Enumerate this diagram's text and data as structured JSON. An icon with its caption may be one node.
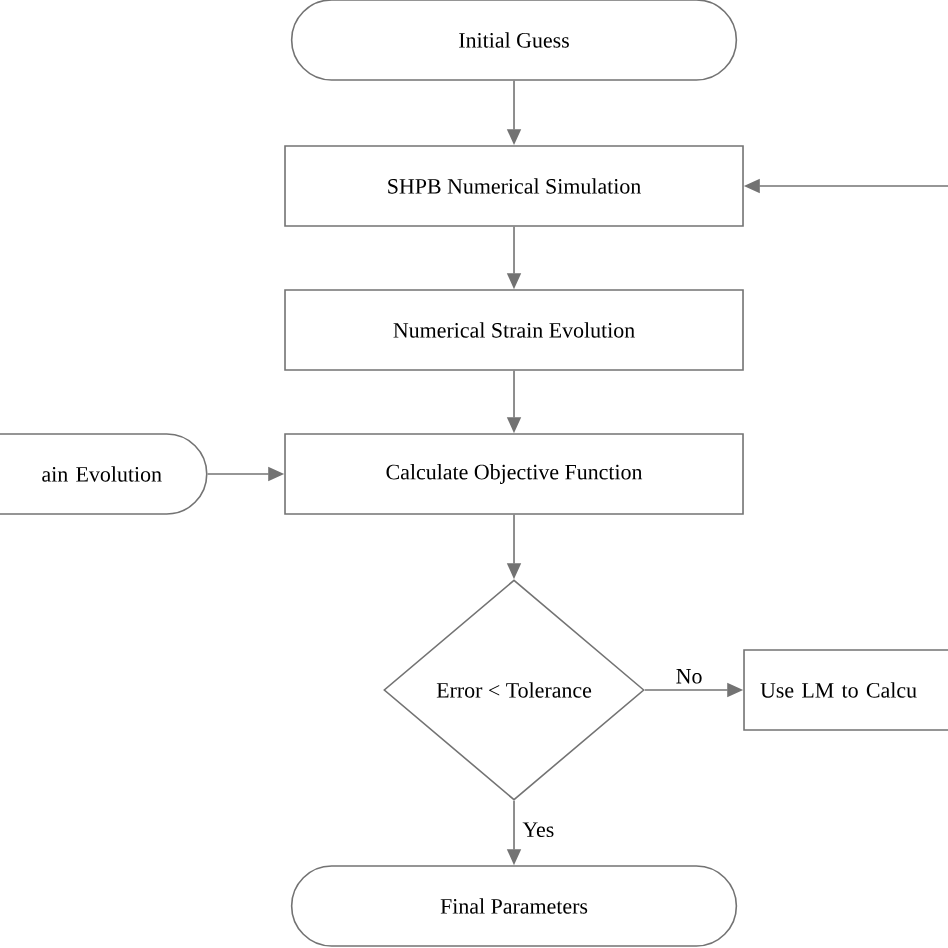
{
  "diagram": {
    "nodes": [
      {
        "text": [
          "Initial Guess"
        ]
      },
      {
        "text": [
          "SHPB Numerical Simulation"
        ]
      },
      {
        "text": [
          "Numerical Strain Evolution"
        ]
      },
      {
        "text": [
          "ain Evolution"
        ]
      },
      {
        "text": [
          "Calculate Objective Function"
        ]
      },
      {
        "text": [
          "Error < Tolerance"
        ]
      },
      {
        "text": [
          "Use LM to Calcu"
        ]
      },
      {
        "text": [
          "Final Parameters"
        ]
      }
    ],
    "edges": [
      {
        "from": 0,
        "to": 1,
        "arrow": "to"
      },
      {
        "from": 1,
        "to": 2,
        "arrow": "to"
      },
      {
        "from": 2,
        "to": 4,
        "arrow": "to"
      },
      {
        "from": 3,
        "to": 4,
        "arrow": "to"
      },
      {
        "from": 4,
        "to": 5,
        "arrow": "to"
      },
      {
        "from": 5,
        "to": 6,
        "arrow": "to",
        "label": "No"
      },
      {
        "from": 5,
        "to": 7,
        "arrow": "to",
        "label": "Yes"
      },
      {
        "from": null,
        "to": 1,
        "arrow": "to"
      }
    ]
  }
}
